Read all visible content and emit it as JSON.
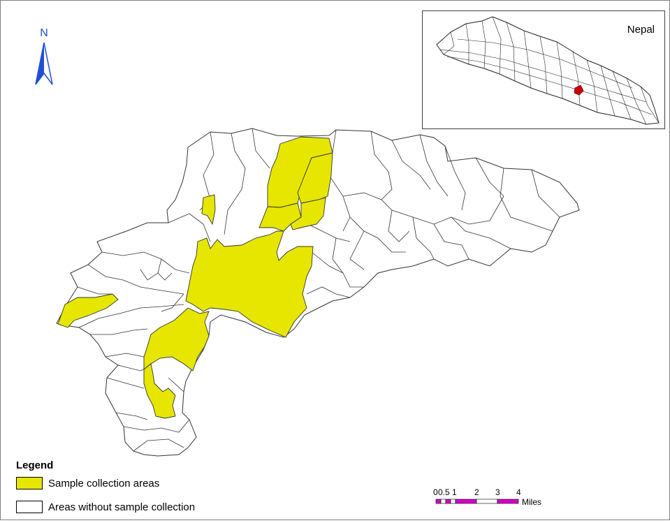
{
  "north_arrow": {
    "letter": "N",
    "color": "#1f4fd6"
  },
  "inset": {
    "title": "Nepal",
    "highlight_color": "#cc0000"
  },
  "legend": {
    "title": "Legend",
    "items": [
      {
        "label": "Sample collection areas",
        "color": "#e6e600"
      },
      {
        "label": "Areas without sample collection",
        "color": "#ffffff"
      }
    ]
  },
  "scale_bar": {
    "tick_labels": [
      "0",
      "0.5",
      "1",
      "2",
      "3",
      "4"
    ],
    "unit": "Miles",
    "color": "#d400c8"
  },
  "colors": {
    "sampled": "#e6e600",
    "unsampled": "#ffffff",
    "border": "#333333"
  }
}
